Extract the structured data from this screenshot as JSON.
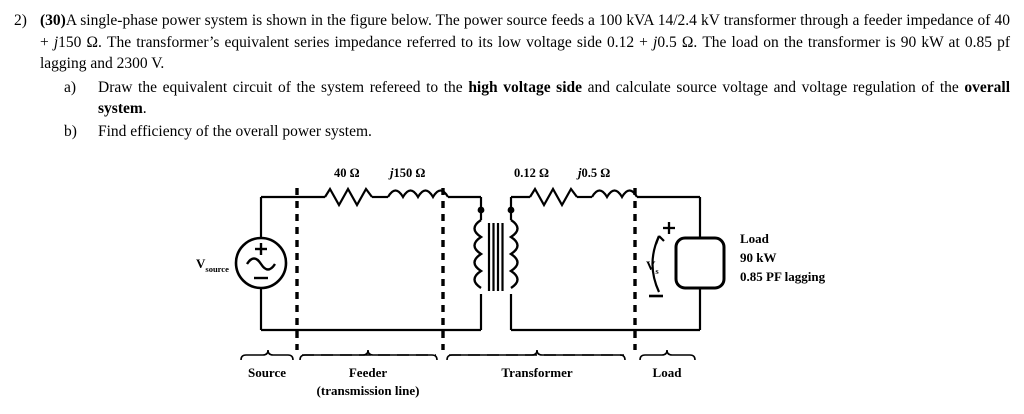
{
  "problem": {
    "number": "2)",
    "points": "(30)",
    "statement_part1": "A single-phase power system is shown in the figure below. The power source feeds a ",
    "rating": "100 kVA 14/2.4 kV",
    "statement_part2": " transformer through a feeder impedance of 40 + ",
    "feeder_j": "j",
    "feeder_val": "150 Ω",
    "statement_part3": ". The transformer’s equivalent series impedance referred to its low voltage side 0.12 + ",
    "xfmr_j": "j",
    "xfmr_val": "0.5 Ω",
    "statement_part4": ".  The load on the transformer is 90 kW at 0.85 pf lagging and 2300 V.",
    "sub_items": [
      {
        "label": "a)",
        "text_1": "Draw the equivalent circuit of the system refereed to the ",
        "bold_1": "high voltage side",
        "text_2": " and calculate source voltage and voltage regulation of the ",
        "bold_2": "overall system",
        "text_3": "."
      },
      {
        "label": "b)",
        "text_1": "Find efficiency of the overall power system.",
        "bold_1": "",
        "text_2": "",
        "bold_2": "",
        "text_3": ""
      }
    ]
  },
  "figure": {
    "source_label": "V",
    "source_sub": "source",
    "feeder_r": "40 Ω",
    "feeder_x_j": "j",
    "feeder_x_val": "150 Ω",
    "xfmr_r": "0.12 Ω",
    "xfmr_x_j": "j",
    "xfmr_x_val": "0.5 Ω",
    "vs_label": "V",
    "vs_sub": "s",
    "plus_sign": "+",
    "minus_sign": "−",
    "load_lines": [
      "Load",
      "90 kW",
      "0.85 PF lagging"
    ],
    "section_labels": [
      {
        "name": "Source",
        "sub": ""
      },
      {
        "name": "Feeder",
        "sub": "(transmission line)"
      },
      {
        "name": "Transformer",
        "sub": ""
      },
      {
        "name": "Load",
        "sub": ""
      }
    ],
    "colors": {
      "line": "#000000",
      "background": "#ffffff"
    }
  }
}
